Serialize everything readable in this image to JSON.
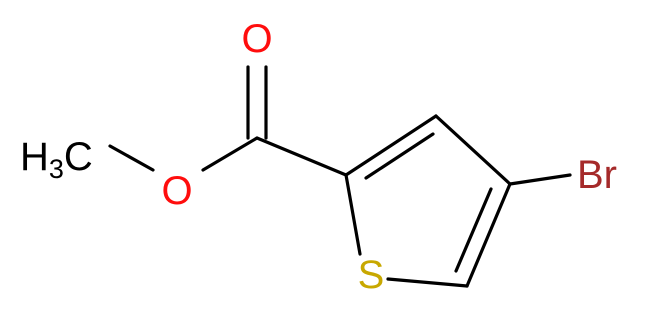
{
  "atoms": {
    "oxygen_carbonyl": "O",
    "oxygen_ester": "O",
    "sulfur": "S",
    "bromine": "Br",
    "methyl": {
      "main": "H",
      "subscript": "3",
      "tail": "C"
    }
  },
  "colors": {
    "bond": "#000000",
    "oxygen": "#ff0d0d",
    "sulfur": "#c8a800",
    "bromine": "#a52a2a",
    "carbon_hydrogen": "#000000"
  }
}
